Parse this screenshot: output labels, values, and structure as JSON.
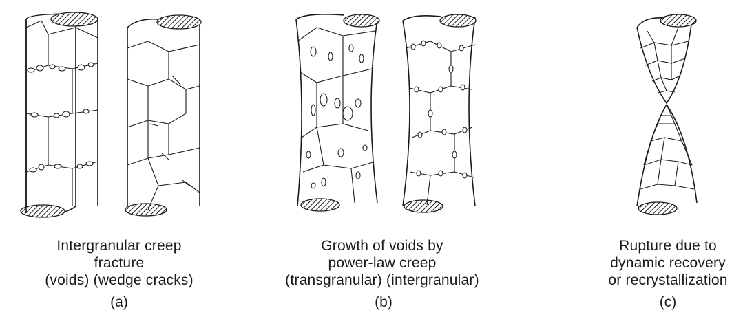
{
  "panels": [
    {
      "id": "a",
      "caption_lines": [
        "Intergranular creep",
        "fracture",
        "(voids)  (wedge cracks)"
      ],
      "label": "(a)"
    },
    {
      "id": "b",
      "caption_lines": [
        "Growth of voids by",
        "power-law creep",
        "(transgranular) (intergranular)"
      ],
      "label": "(b)"
    },
    {
      "id": "c",
      "caption_lines": [
        "Rupture due to",
        "dynamic recovery",
        "or recrystallization"
      ],
      "label": "(c)"
    }
  ]
}
